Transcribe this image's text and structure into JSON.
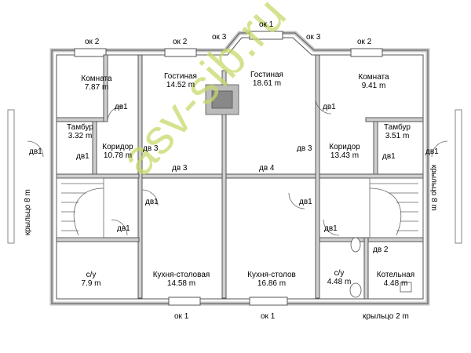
{
  "rooms": {
    "komnata_left": {
      "name": "Комната",
      "area": "7.87 m"
    },
    "gostinaya_left": {
      "name": "Гостиная",
      "area": "14.52 m"
    },
    "gostinaya_center": {
      "name": "Гостиная",
      "area": "18.61 m"
    },
    "komnata_right": {
      "name": "Комната",
      "area": "9.41 m"
    },
    "tambur_left": {
      "name": "Тамбур",
      "area": "3.32 m"
    },
    "koridor_left": {
      "name": "Коридор",
      "area": "10.78 m"
    },
    "koridor_right": {
      "name": "Коридор",
      "area": "13.43 m"
    },
    "tambur_right": {
      "name": "Тамбур",
      "area": "3.51 m"
    },
    "su_left": {
      "name": "с/у",
      "area": "7.9 m"
    },
    "kuhnya_left": {
      "name": "Кухня-столовая",
      "area": "14.58 m"
    },
    "kuhnya_right": {
      "name": "Кухня-столов",
      "area": "16.86 m"
    },
    "su_right": {
      "name": "с/у",
      "area": "4.48 m"
    },
    "kotelnaya": {
      "name": "Котельная",
      "area": "4.48 m"
    }
  },
  "labels": {
    "ok1": "ок 1",
    "ok2": "ок 2",
    "ok3": "ок 3",
    "dv1": "дв1",
    "dv2": "дв 2",
    "dv3": "дв 3",
    "dv4": "дв 4",
    "porch_left": "крыльцо 8 m",
    "porch_right": "крыльцо 8 m",
    "porch_bottom": "крыльцо 2 m"
  },
  "watermark": "asv-sib.ru",
  "colors": {
    "wall": "#777777",
    "wall_fill": "#d9d9d9",
    "watermark": "#c8d96a"
  }
}
